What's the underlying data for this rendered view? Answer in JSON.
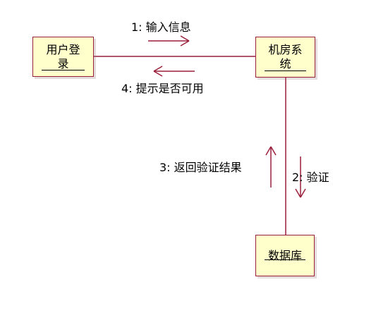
{
  "objects": {
    "user_login": {
      "label": "用户登\n录"
    },
    "room_system": {
      "label": "机房系\n统"
    },
    "database": {
      "label": "数据库"
    }
  },
  "messages": {
    "m1": {
      "label": "1: 输入信息"
    },
    "m2": {
      "label": "2: 验证"
    },
    "m3": {
      "label": "3: 返回验证结果"
    },
    "m4": {
      "label": "4: 提示是否可用"
    }
  },
  "colors": {
    "object_fill": "#ffffcc",
    "line": "#9a1f3a",
    "text": "#000000"
  }
}
